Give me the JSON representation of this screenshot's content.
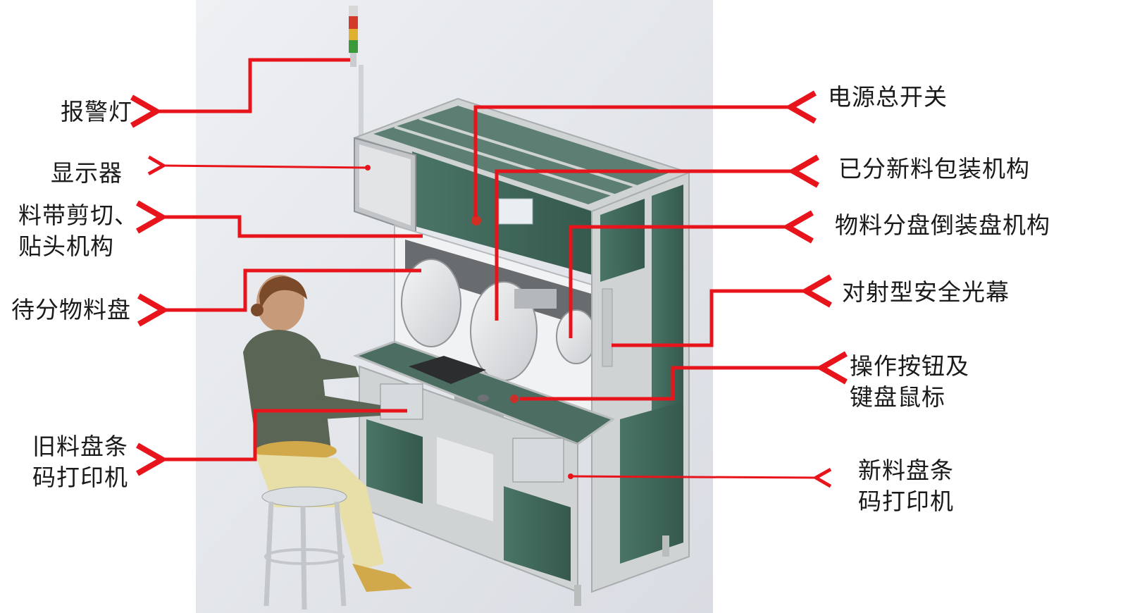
{
  "colors": {
    "arrow": "#e8141c",
    "frame_panel": "#3f6a5c",
    "aluminum": "#d8dcdc",
    "background_panel": "#e4e6ea",
    "text": "#1a1a1a"
  },
  "labels": {
    "alarm_light": "报警灯",
    "display": "显示器",
    "tape_cut_1": "料带剪切、",
    "tape_cut_2": "贴头机构",
    "pending_reel": "待分物料盘",
    "old_printer_1": "旧料盘条",
    "old_printer_2": "码打印机",
    "power_switch": "电源总开关",
    "new_pack": "已分新料包装机构",
    "reel_split": "物料分盘倒装盘机构",
    "light_curtain": "对射型安全光幕",
    "buttons_1": "操作按钮及",
    "buttons_2": "键盘鼠标",
    "new_printer_1": "新料盘条",
    "new_printer_2": "码打印机"
  },
  "icons": {
    "stack_light": "tower-light-icon",
    "arrows": "arrow-icon"
  }
}
